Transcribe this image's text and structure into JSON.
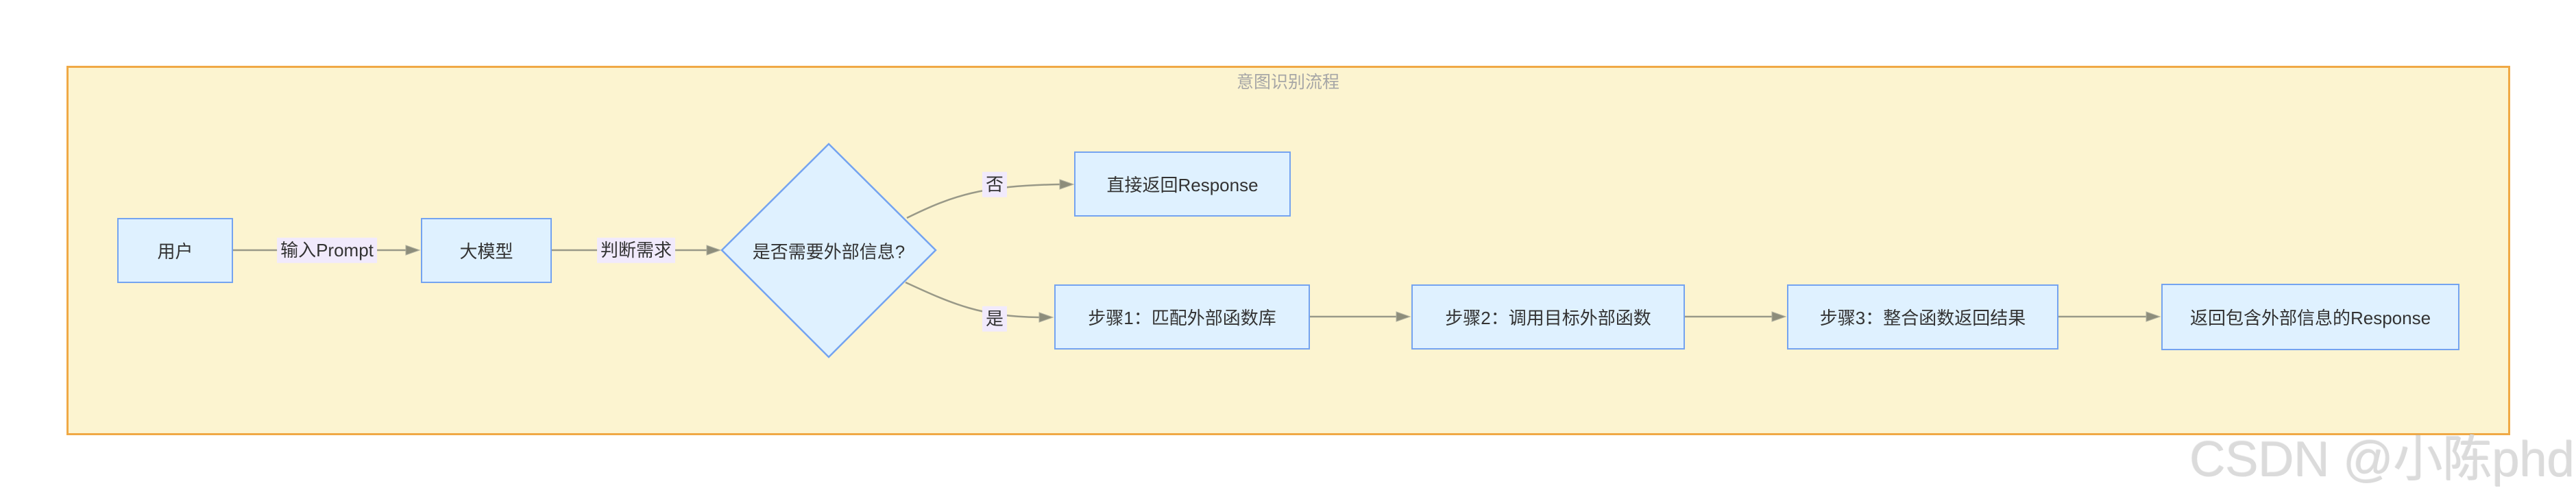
{
  "diagram": {
    "title": "意图识别流程",
    "nodes": {
      "user": {
        "label": "用户",
        "shape": "rect"
      },
      "llm": {
        "label": "大模型",
        "shape": "rect"
      },
      "decision": {
        "label": "是否需要外部信息?",
        "shape": "diamond"
      },
      "direct": {
        "label": "直接返回Response",
        "shape": "rect"
      },
      "step1": {
        "label": "步骤1：匹配外部函数库",
        "shape": "rect"
      },
      "step2": {
        "label": "步骤2：调用目标外部函数",
        "shape": "rect"
      },
      "step3": {
        "label": "步骤3：整合函数返回结果",
        "shape": "rect"
      },
      "final": {
        "label": "返回包含外部信息的Response",
        "shape": "rect"
      }
    },
    "edges": {
      "input_prompt": {
        "from": "user",
        "to": "llm",
        "label": "输入Prompt"
      },
      "judge": {
        "from": "llm",
        "to": "decision",
        "label": "判断需求"
      },
      "no": {
        "from": "decision",
        "to": "direct",
        "label": "否"
      },
      "yes": {
        "from": "decision",
        "to": "step1",
        "label": "是"
      },
      "s1_s2": {
        "from": "step1",
        "to": "step2",
        "label": ""
      },
      "s2_s3": {
        "from": "step2",
        "to": "step3",
        "label": ""
      },
      "s3_final": {
        "from": "step3",
        "to": "final",
        "label": ""
      }
    },
    "colors": {
      "cluster_fill": "#FCF4D0",
      "cluster_border": "#F0A945",
      "node_fill": "#DFF1FF",
      "node_border": "#74A3F0",
      "edge_line": "#999988",
      "arrow_fill": "#8D8D7B",
      "edge_label_bg": "#F1EAFC",
      "title_color": "#A6A6A6",
      "text_color": "#333333",
      "watermark_color": "#DBDBDB"
    }
  },
  "watermark": {
    "text": "CSDN @小陈phd"
  }
}
